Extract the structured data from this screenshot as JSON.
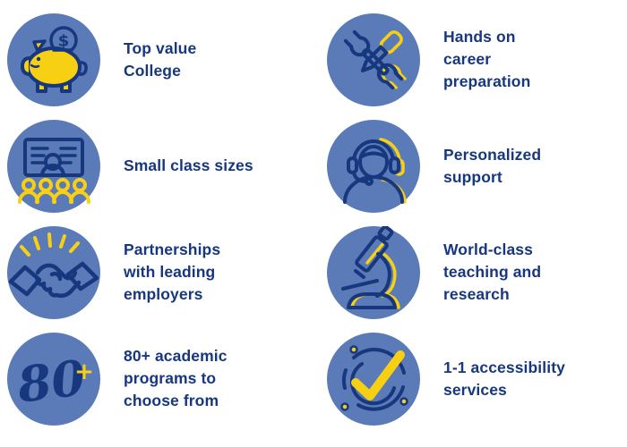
{
  "colors": {
    "icon_circle": "#5b7ab8",
    "navy": "#17377e",
    "yellow": "#f8d013",
    "background": "#ffffff"
  },
  "features": [
    {
      "label": "Top value\nCollege",
      "icon": "piggy-bank-icon",
      "coin_symbol": "$"
    },
    {
      "label": "Hands on\ncareer\npreparation",
      "icon": "tools-icon"
    },
    {
      "label": "Small class sizes",
      "icon": "classroom-icon"
    },
    {
      "label": "Personalized\nsupport",
      "icon": "headset-icon"
    },
    {
      "label": "Partnerships\nwith leading\nemployers",
      "icon": "handshake-icon"
    },
    {
      "label": "World-class\nteaching and\nresearch",
      "icon": "microscope-icon"
    },
    {
      "label": "80+ academic\nprograms to\nchoose from",
      "icon": "eighty-plus-icon",
      "icon_number": "80",
      "icon_plus": "+"
    },
    {
      "label": "1-1 accessibility\nservices",
      "icon": "check-circle-icon"
    }
  ]
}
